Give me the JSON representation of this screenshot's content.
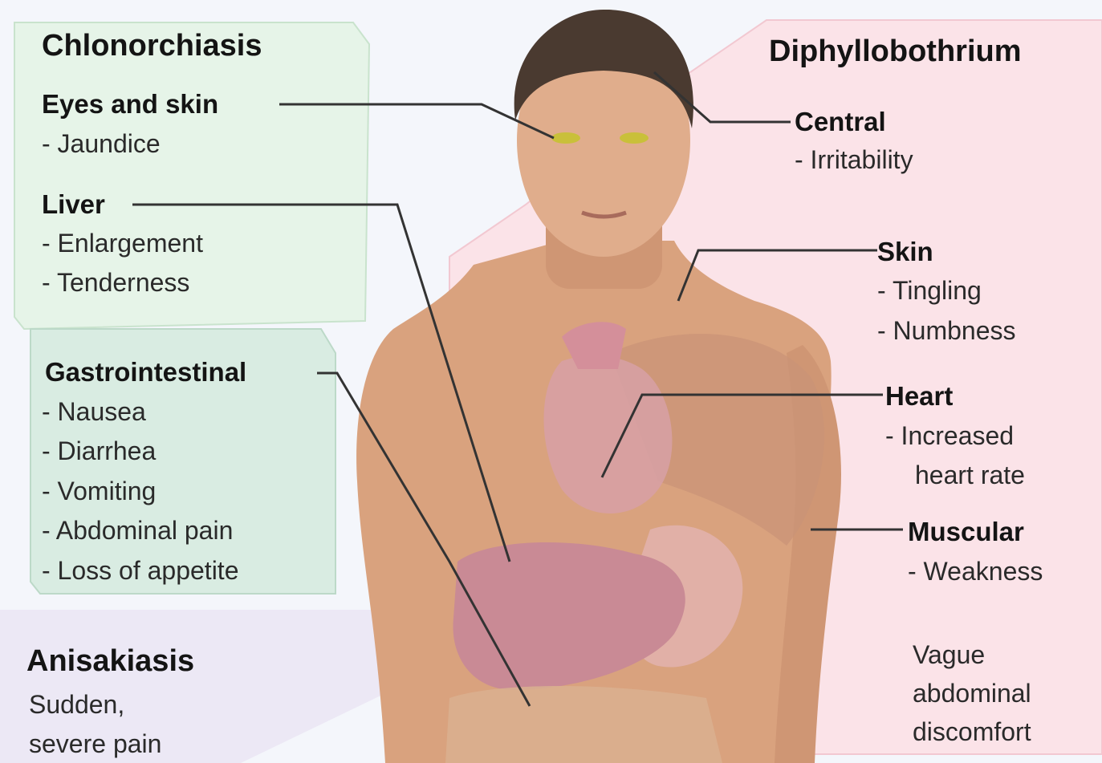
{
  "chlonorchiasis": {
    "heading": "Chlonorchiasis",
    "eyes_skin": {
      "label": "Eyes and skin",
      "items": [
        "- Jaundice"
      ]
    },
    "liver": {
      "label": "Liver",
      "items": [
        "- Enlargement",
        "- Tenderness"
      ]
    },
    "gastrointestinal": {
      "label": "Gastrointestinal",
      "items": [
        "- Nausea",
        "- Diarrhea",
        "- Vomiting",
        "- Abdominal pain",
        "- Loss of appetite"
      ]
    }
  },
  "anisakiasis": {
    "heading": "Anisakiasis",
    "line1": "Sudden,",
    "line2": "severe pain"
  },
  "diphyllobothrium": {
    "heading": "Diphyllobothrium",
    "central": {
      "label": "Central",
      "items": [
        "- Irritability"
      ]
    },
    "skin": {
      "label": "Skin",
      "items": [
        "- Tingling",
        "- Numbness"
      ]
    },
    "heart": {
      "label": "Heart",
      "items": [
        "- Increased",
        "heart rate"
      ]
    },
    "muscular": {
      "label": "Muscular",
      "items": [
        "- Weakness"
      ]
    },
    "vague": {
      "line1": "Vague",
      "line2": "abdominal",
      "line3": "discomfort"
    }
  },
  "colors": {
    "chlonorchiasis_panel": "#e6f4e8",
    "gastro_panel": "#d9ece2",
    "anisakiasis_panel": "#ece8f5",
    "diphyllobothrium_panel": "#fbe3e8",
    "skin_tone": "#d9a27e",
    "hair": "#4a3a30",
    "organ": "#c98a95",
    "leader_line": "#333333"
  },
  "icons": {
    "figure": "human-torso-illustration",
    "organs": [
      "heart",
      "liver",
      "stomach",
      "intestines"
    ]
  }
}
